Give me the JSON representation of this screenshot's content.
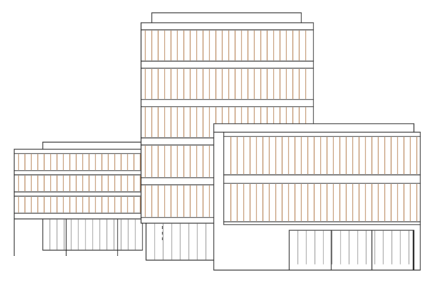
{
  "drawing": {
    "subject": "building-facade-elevation",
    "colors": {
      "line": "#1a1a1a",
      "mullion": "#b07a4a",
      "background": "#ffffff"
    },
    "blocks": [
      {
        "id": "left-wing",
        "floors": 3
      },
      {
        "id": "central-tower",
        "floors": 5
      },
      {
        "id": "right-wing",
        "floors": 2
      }
    ]
  }
}
